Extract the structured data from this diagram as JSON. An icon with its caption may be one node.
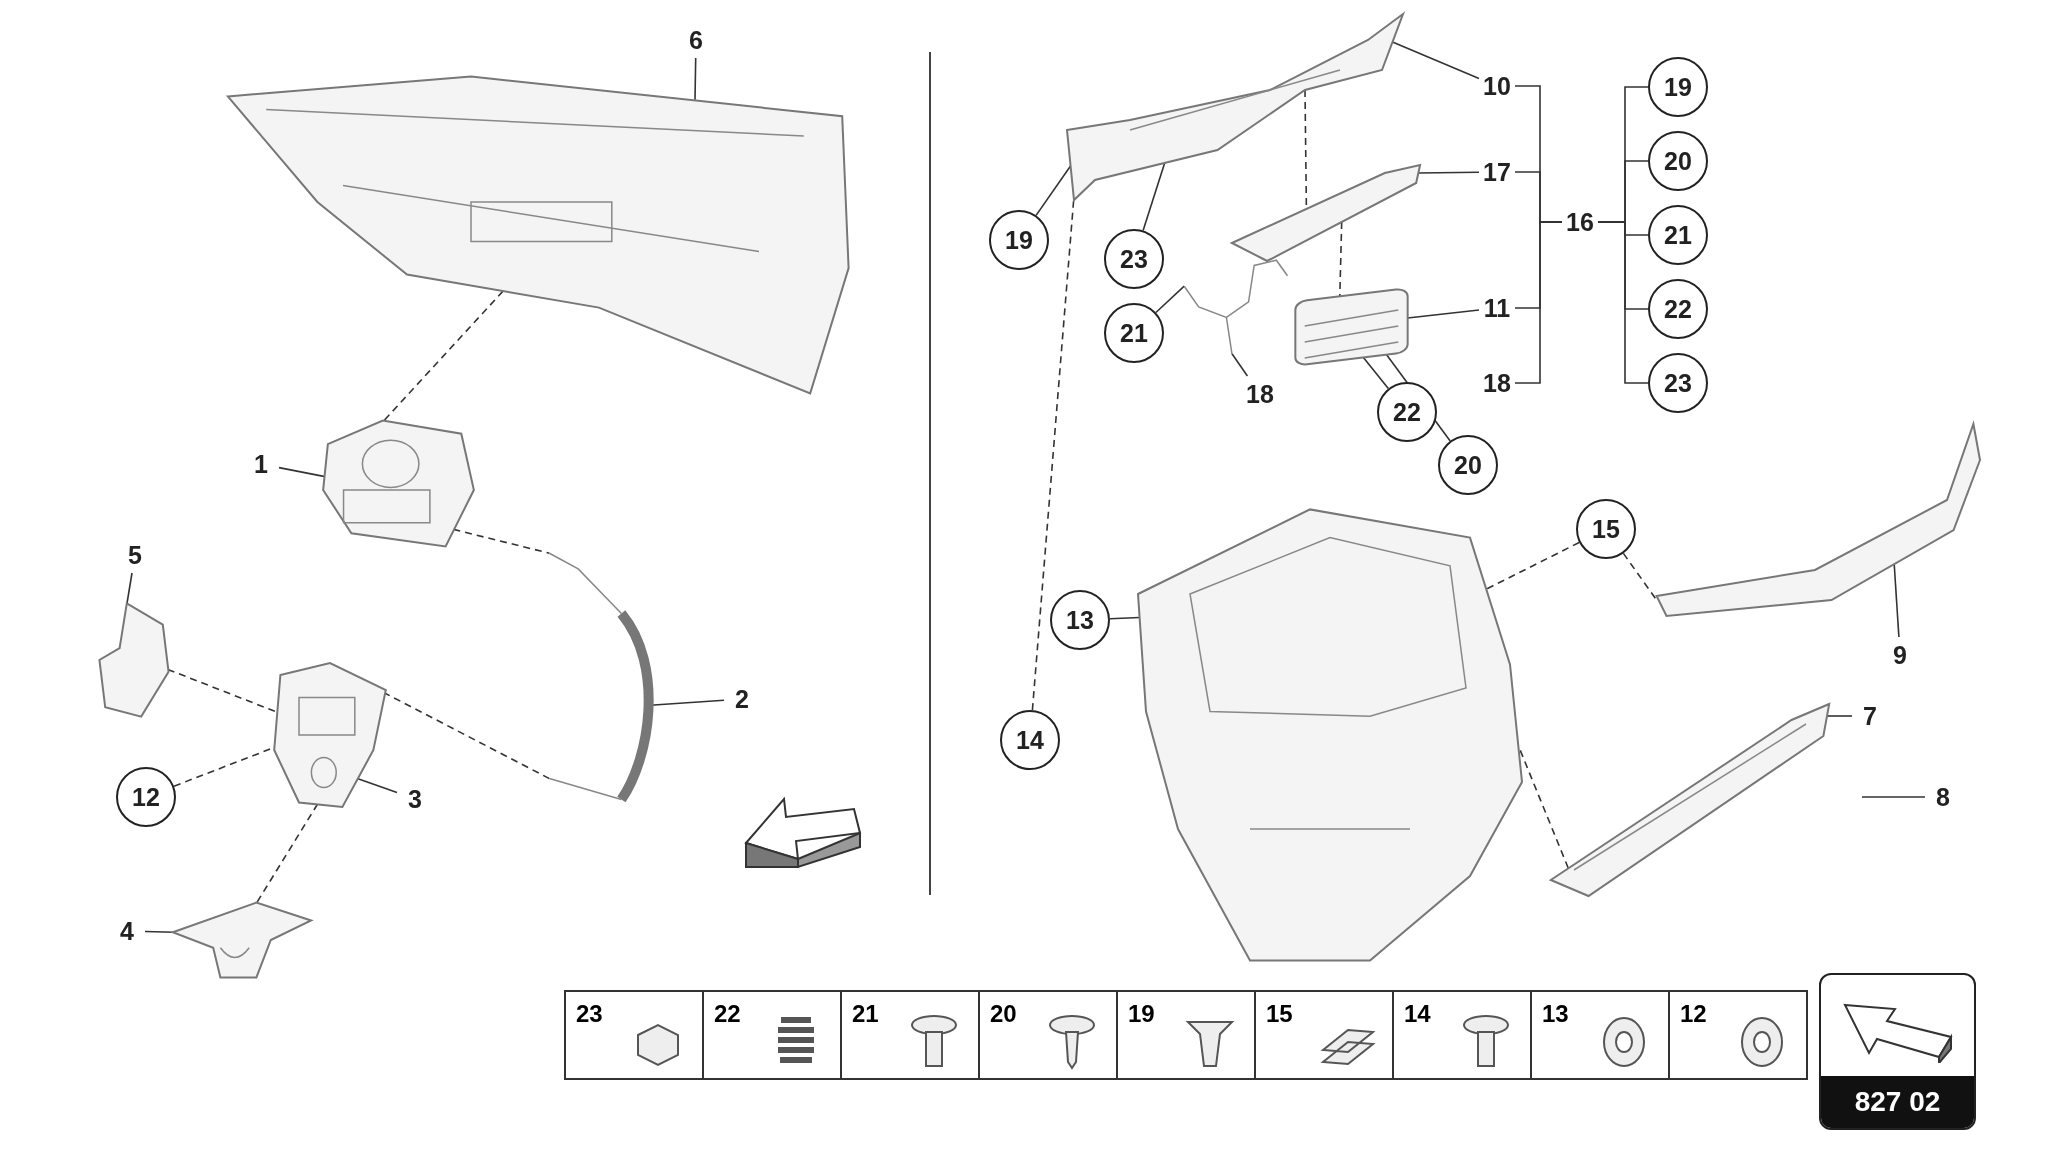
{
  "diagram": {
    "nodes": [
      {
        "text": [
          "6"
        ]
      },
      {
        "text": [],
        "shape": "picture"
      },
      {
        "text": [
          "1"
        ]
      },
      {
        "text": [],
        "shape": "picture"
      },
      {
        "text": [
          "2"
        ]
      },
      {
        "text": [],
        "shape": "picture"
      },
      {
        "text": [
          "5"
        ]
      },
      {
        "text": [],
        "shape": "picture"
      },
      {
        "text": [
          "12"
        ]
      },
      {
        "text": [
          "3"
        ]
      },
      {
        "text": [],
        "shape": "picture"
      },
      {
        "text": [
          "4"
        ]
      },
      {
        "text": [],
        "shape": "picture"
      },
      {
        "text": [
          "10"
        ]
      },
      {
        "text": [],
        "shape": "picture"
      },
      {
        "text": [
          "17"
        ]
      },
      {
        "text": [],
        "shape": "picture"
      },
      {
        "text": [
          "11"
        ]
      },
      {
        "text": [],
        "shape": "picture"
      },
      {
        "text": [
          "18"
        ]
      },
      {
        "text": [
          "18"
        ]
      },
      {
        "text": [],
        "shape": "picture"
      },
      {
        "text": [
          "16"
        ]
      },
      {
        "text": [
          "19"
        ]
      },
      {
        "text": [
          "20"
        ]
      },
      {
        "text": [
          "21"
        ]
      },
      {
        "text": [
          "22"
        ]
      },
      {
        "text": [
          "23"
        ]
      },
      {
        "text": [
          "19"
        ]
      },
      {
        "text": [
          "23"
        ]
      },
      {
        "text": [
          "21"
        ]
      },
      {
        "text": [
          "22"
        ]
      },
      {
        "text": [
          "20"
        ]
      },
      {
        "text": [
          "15"
        ]
      },
      {
        "text": [],
        "shape": "picture"
      },
      {
        "text": [
          "9"
        ]
      },
      {
        "text": [
          "13"
        ]
      },
      {
        "text": [
          "14"
        ]
      },
      {
        "text": [],
        "shape": "picture"
      },
      {
        "text": [
          "7"
        ]
      },
      {
        "text": [],
        "shape": "picture"
      },
      {
        "text": [
          "8"
        ]
      }
    ],
    "edges": [
      {
        "from": 0,
        "to": 1,
        "arrow": "none"
      },
      {
        "from": 2,
        "to": 3,
        "arrow": "none"
      },
      {
        "from": 4,
        "to": 5,
        "arrow": "none"
      },
      {
        "from": 6,
        "to": 7,
        "arrow": "none"
      },
      {
        "from": 8,
        "to": 10,
        "arrow": "none",
        "style": "dashed"
      },
      {
        "from": 9,
        "to": 10,
        "arrow": "none"
      },
      {
        "from": 11,
        "to": 12,
        "arrow": "none"
      },
      {
        "from": 1,
        "to": 3,
        "arrow": "none",
        "style": "dashed"
      },
      {
        "from": 3,
        "to": 5,
        "arrow": "none",
        "style": "dashed"
      },
      {
        "from": 5,
        "to": 10,
        "arrow": "none",
        "style": "dashed"
      },
      {
        "from": 7,
        "to": 10,
        "arrow": "none",
        "style": "dashed"
      },
      {
        "from": 10,
        "to": 12,
        "arrow": "none",
        "style": "dashed"
      },
      {
        "from": 13,
        "to": 14,
        "arrow": "none"
      },
      {
        "from": 15,
        "to": 16,
        "arrow": "none"
      },
      {
        "from": 17,
        "to": 18,
        "arrow": "none"
      },
      {
        "from": 20,
        "to": 21,
        "arrow": "none"
      },
      {
        "from": 22,
        "to": 13,
        "arrow": "none"
      },
      {
        "from": 22,
        "to": 15,
        "arrow": "none"
      },
      {
        "from": 22,
        "to": 17,
        "arrow": "none"
      },
      {
        "from": 22,
        "to": 19,
        "arrow": "none"
      },
      {
        "from": 22,
        "to": 23,
        "arrow": "none"
      },
      {
        "from": 22,
        "to": 24,
        "arrow": "none"
      },
      {
        "from": 22,
        "to": 25,
        "arrow": "none"
      },
      {
        "from": 22,
        "to": 26,
        "arrow": "none"
      },
      {
        "from": 22,
        "to": 27,
        "arrow": "none"
      },
      {
        "from": 28,
        "to": 14,
        "arrow": "none"
      },
      {
        "from": 29,
        "to": 14,
        "arrow": "none"
      },
      {
        "from": 30,
        "to": 21,
        "arrow": "none"
      },
      {
        "from": 31,
        "to": 18,
        "arrow": "none"
      },
      {
        "from": 32,
        "to": 18,
        "arrow": "none"
      },
      {
        "from": 14,
        "to": 16,
        "arrow": "none",
        "style": "dashed"
      },
      {
        "from": 16,
        "to": 18,
        "arrow": "none",
        "style": "dashed"
      },
      {
        "from": 33,
        "to": 34,
        "arrow": "none",
        "style": "dashed"
      },
      {
        "from": 33,
        "to": 38,
        "arrow": "none",
        "style": "dashed"
      },
      {
        "from": 35,
        "to": 34,
        "arrow": "none"
      },
      {
        "from": 36,
        "to": 38,
        "arrow": "none"
      },
      {
        "from": 37,
        "to": 14,
        "arrow": "none",
        "style": "dashed"
      },
      {
        "from": 39,
        "to": 40,
        "arrow": "none"
      },
      {
        "from": 41,
        "to": null,
        "arrow": "none"
      },
      {
        "from": 40,
        "to": 38,
        "arrow": "none",
        "style": "dashed"
      }
    ],
    "labels": [
      "23",
      "22",
      "21",
      "20",
      "19",
      "15",
      "14",
      "13",
      "12",
      "827 02"
    ]
  }
}
